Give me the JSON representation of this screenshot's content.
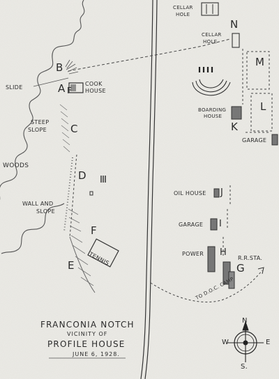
{
  "labels": {
    "cellar_hole_1_l1": "CELLAR",
    "cellar_hole_1_l2": "HOLE",
    "cellar_hole_2_l1": "CELLAR",
    "cellar_hole_2_l2": "HOLE",
    "letter_n": "N",
    "letter_m": "M",
    "letter_l": "L",
    "letter_k": "K",
    "boarding_house_l1": "BOARDING",
    "boarding_house_l2": "HOUSE",
    "garage_1": "GARAGE",
    "slide": "SLIDE",
    "letter_b": "B",
    "letter_a": "A",
    "letter_f_cook": "F",
    "cook_house_l1": "COOK",
    "cook_house_l2": "HOUSE",
    "steep_slope_l1": "STEEP",
    "steep_slope_l2": "SLOPE",
    "letter_c": "C",
    "woods": "WOODS",
    "letter_d": "D",
    "oil_house": "OIL HOUSE",
    "letter_j": "J",
    "wall_and_slope_l1": "WALL AND",
    "wall_and_slope_l2": "SLOPE",
    "garage_2": "GARAGE",
    "letter_i": "I",
    "letter_f_tennis": "F",
    "tennis": "TENNIS",
    "power": "POWER",
    "letter_h": "H",
    "rr_sta": "R.R.STA.",
    "letter_g": "G",
    "letter_e": "E",
    "doc_camp": "TO D.O.C. CAMP",
    "compass_n": "N",
    "compass_w": "W",
    "compass_e": "E",
    "compass_s": "S."
  },
  "title": {
    "line1": "FRANCONIA NOTCH",
    "line2": "VICINITY OF",
    "line3": "PROFILE HOUSE",
    "date": "JUNE 6, 1928."
  }
}
